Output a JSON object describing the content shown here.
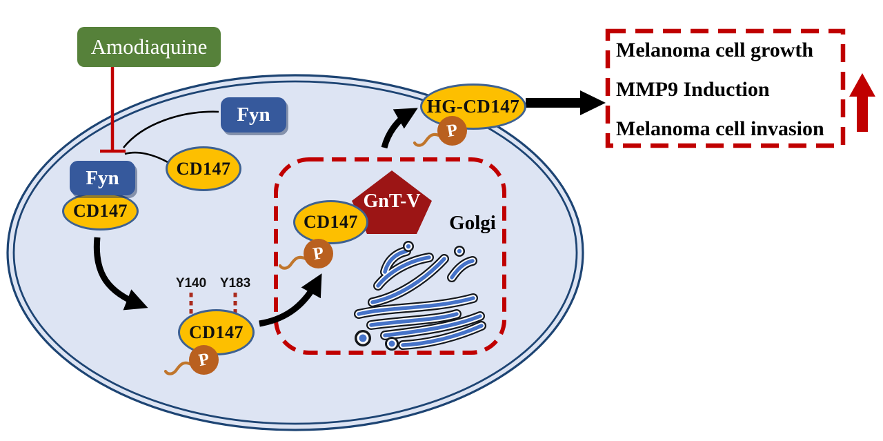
{
  "drug": {
    "label": "Amodiaquine"
  },
  "labels": {
    "fyn": "Fyn",
    "cd147": "CD147",
    "hg_cd147": "HG-CD147",
    "gnt_v": "GnT-V",
    "golgi": "Golgi",
    "phosphate": "P",
    "site1": "Y140",
    "site2": "Y183"
  },
  "outcomes": [
    "Melanoma cell growth",
    "MMP9 Induction",
    "Melanoma cell invasion"
  ],
  "colors": {
    "drug_box": "#56813a",
    "fyn_box": "#36599c",
    "cd147_fill": "#fdbf00",
    "cd147_border": "#3e6191",
    "phosphate_circle": "#b9601f",
    "phosphate_tail": "#c0762c",
    "membrane": "#1d4473",
    "cytoplasm": "#dde4f3",
    "red_accent": "#c00000",
    "site_tick_red": "#aa2b1e",
    "gnt_v_pentagon": "#9c1515",
    "golgi_blue": "#4673c8",
    "arrow_black": "#000000"
  }
}
